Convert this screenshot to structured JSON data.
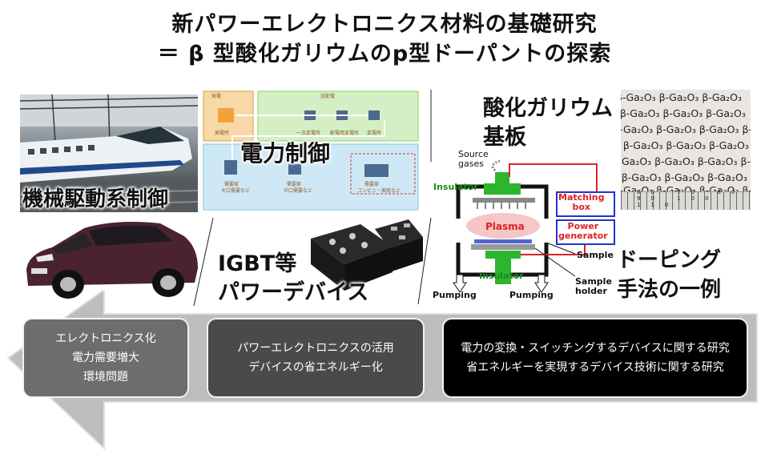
{
  "title": {
    "line1": "新パワーエレクトロニクス材料の基礎研究",
    "line2": "＝ β 型酸化ガリウムのp型ドーパントの探索"
  },
  "labels": {
    "mechanical": "機械駆動系制御",
    "power_control": "電力制御",
    "igbt_line1": "IGBT等",
    "igbt_line2": "パワーデバイス",
    "gao_line1": "酸化ガリウム",
    "gao_line2": "基板",
    "doping_line1": "ドーピング",
    "doping_line2": "手法の一例"
  },
  "grid_diagram": {
    "sections": [
      "発電",
      "送配電"
    ],
    "nodes_top": [
      "発電所",
      "一次変電所",
      "配電用変電所",
      "変電所"
    ],
    "nodes_bottom": [
      "需要家",
      "需要家",
      "需要家"
    ],
    "bottom_subs": [
      "大口需要など",
      "中口需要など",
      "コンビニ・家庭など"
    ]
  },
  "wafer": {
    "formula": "β-Ga₂O₃",
    "ruler": [
      "60",
      "70",
      "80",
      "90",
      "100",
      "110"
    ]
  },
  "schematic": {
    "source_gases": "Source\ngases",
    "insulator_top": "Insulator",
    "insulator_bottom": "Insulator",
    "plasma": "Plasma",
    "matching_box": "Matching\nbox",
    "power_generator": "Power\ngenerator",
    "sample": "Sample",
    "sample_holder": "Sample\nholder",
    "pumping_left": "Pumping",
    "pumping_right": "Pumping"
  },
  "boxes": {
    "box1": [
      "エレクトロニクス化",
      "電力需要増大",
      "環境問題"
    ],
    "box2": [
      "パワーエレクトロニクスの活用",
      "デバイスの省エネルギー化"
    ],
    "box3": [
      "電力の変換・スイッチングするデバイスに関する研究",
      "省エネルギーを実現するデバイス技術に関する研究"
    ]
  },
  "colors": {
    "arrow_fill": "#b9b9b9",
    "box1": "#6d6d6d",
    "box2": "#4a4a4a",
    "box3": "#000000",
    "grid_green": "#8fd16a",
    "grid_blue": "#7fc4e6",
    "grid_orange": "#f2a23a"
  }
}
